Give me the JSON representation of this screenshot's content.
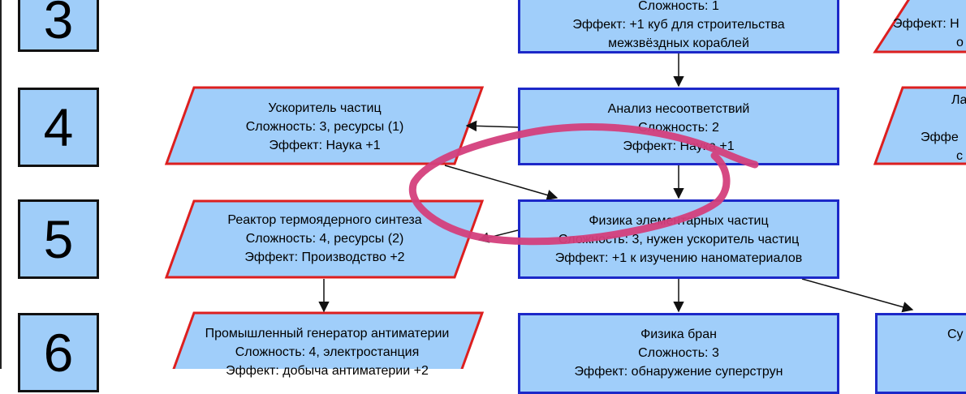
{
  "rows": [
    {
      "label": "3"
    },
    {
      "label": "4"
    },
    {
      "label": "5"
    },
    {
      "label": "6"
    }
  ],
  "nodes": {
    "mezhzvezdnye": {
      "lines": [
        "Сложность: 1",
        "Эффект: +1 куб для строительства",
        "межзвёздных кораблей"
      ]
    },
    "right_top": {
      "lines": [
        "Эффект: Н",
        "о"
      ]
    },
    "uskoritel": {
      "lines": [
        "Ускоритель частиц",
        "Сложность: 3, ресурсы (1)",
        "Эффект: Наука +1"
      ]
    },
    "analiz": {
      "lines": [
        "Анализ несоответствий",
        "Сложность: 2",
        "Эффект: Наука +1"
      ]
    },
    "right_mid": {
      "lines": [
        "Ла",
        "",
        "Эффе",
        "с"
      ]
    },
    "reaktor": {
      "lines": [
        "Реактор термоядерного синтеза",
        "Сложность: 4, ресурсы (2)",
        "Эффект: Производство +2"
      ]
    },
    "fizika_chastits": {
      "lines": [
        "Физика элементарных частиц",
        "Сложность: 3, нужен ускоритель частиц",
        "Эффект: +1 к изучению наноматериалов"
      ]
    },
    "generator": {
      "lines": [
        "Промышленный генератор антиматерии",
        "Сложность: 4, электростанция",
        "Эффект: добыча антиматерии +2"
      ]
    },
    "fizika_bran": {
      "lines": [
        "Физика бран",
        "Сложность: 3",
        "Эффект: обнаружение суперструн"
      ]
    },
    "right_bottom": {
      "lines": [
        "Су"
      ]
    }
  },
  "colors": {
    "fill": "#a0cefa",
    "rect_border": "#1c28c8",
    "para_border": "#dd1f1f",
    "annotation": "#d43f7c"
  }
}
